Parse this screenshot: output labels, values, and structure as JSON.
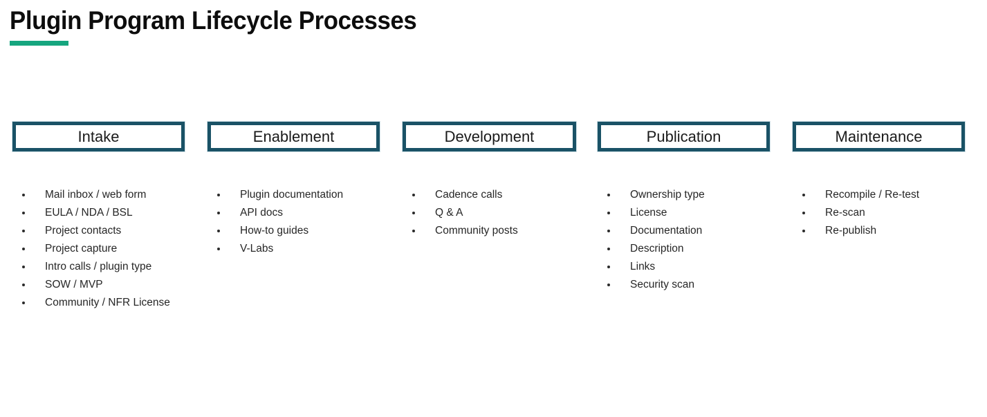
{
  "header": {
    "title": "Plugin Program Lifecycle Processes",
    "accent_color": "#16a67f"
  },
  "theme": {
    "box_border_color": "#1a5266",
    "text_color": "#262626",
    "background": "#ffffff"
  },
  "stages": [
    {
      "name": "Intake",
      "items": [
        "Mail inbox / web form",
        "EULA / NDA / BSL",
        "Project contacts",
        "Project capture",
        "Intro calls / plugin type",
        "SOW / MVP",
        "Community / NFR License"
      ]
    },
    {
      "name": "Enablement",
      "items": [
        "Plugin documentation",
        "API docs",
        "How-to guides",
        "V-Labs"
      ]
    },
    {
      "name": "Development",
      "items": [
        "Cadence calls",
        "Q & A",
        "Community posts"
      ]
    },
    {
      "name": "Publication",
      "items": [
        "Ownership type",
        "License",
        "Documentation",
        "Description",
        "Links",
        "Security scan"
      ]
    },
    {
      "name": "Maintenance",
      "items": [
        "Recompile / Re-test",
        "Re-scan",
        "Re-publish"
      ]
    }
  ]
}
